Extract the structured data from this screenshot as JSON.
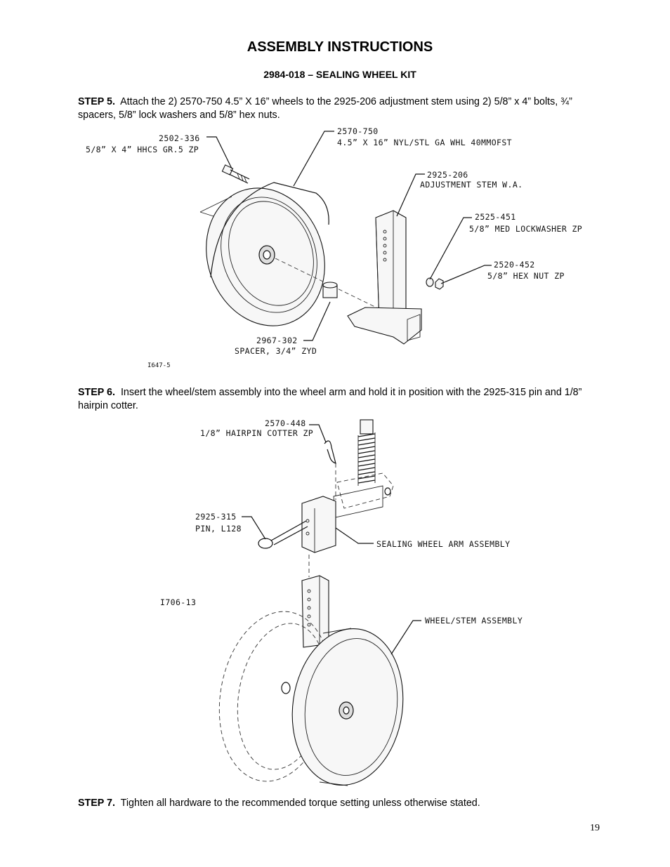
{
  "header": {
    "title": "ASSEMBLY INSTRUCTIONS",
    "subtitle": "2984-018 – SEALING WHEEL KIT"
  },
  "steps": [
    {
      "label": "STEP 5.",
      "text": "Attach the 2) 2570-750 4.5” X 16” wheels to the 2925-206 adjustment stem using 2) 5/8” x 4” bolts, ¾” spacers, 5/8” lock washers and 5/8” hex nuts."
    },
    {
      "label": "STEP 6.",
      "text": "Insert the wheel/stem assembly into the wheel arm and hold it in position with the 2925-315 pin and 1/8” hairpin cotter."
    },
    {
      "label": "STEP 7.",
      "text": "Tighten all hardware to the recommended torque setting unless otherwise stated."
    }
  ],
  "figure1": {
    "drawing_id": "I647-5",
    "callouts": [
      {
        "part": "2502-336",
        "desc": "5/8” X 4” HHCS GR.5 ZP"
      },
      {
        "part": "2570-750",
        "desc": "4.5” X 16” NYL/STL GA WHL 40MMOFST"
      },
      {
        "part": "2925-206",
        "desc": "ADJUSTMENT STEM W.A."
      },
      {
        "part": "2525-451",
        "desc": "5/8” MED LOCKWASHER ZP"
      },
      {
        "part": "2520-452",
        "desc": "5/8” HEX NUT ZP"
      },
      {
        "part": "2967-302",
        "desc": "SPACER, 3/4” ZYD"
      }
    ]
  },
  "figure2": {
    "drawing_id": "I706-13",
    "callouts": [
      {
        "part": "2570-448",
        "desc": "1/8” HAIRPIN COTTER ZP"
      },
      {
        "part": "2925-315",
        "desc": "PIN, L128"
      },
      {
        "part": "",
        "desc": "SEALING WHEEL ARM ASSEMBLY"
      },
      {
        "part": "",
        "desc": "WHEEL/STEM ASSEMBLY"
      }
    ]
  },
  "page_number": "19"
}
